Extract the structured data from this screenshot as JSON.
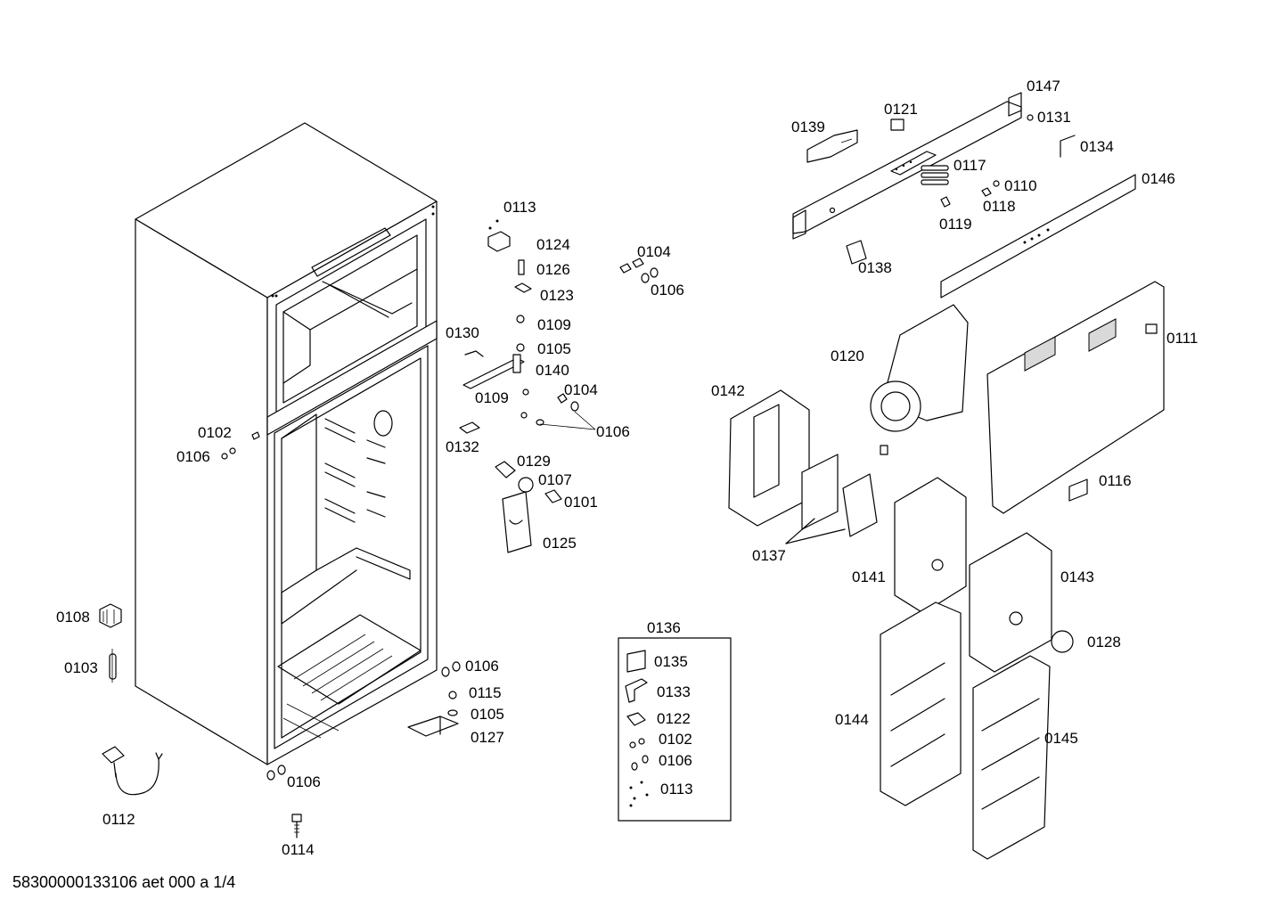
{
  "footer": "58300000133106 aet 000 a 1/4",
  "kit_box_title": "0136",
  "labels": {
    "p0147": "0147",
    "p0121": "0121",
    "p0139": "0139",
    "p0131": "0131",
    "p0134": "0134",
    "p0117": "0117",
    "p0110": "0110",
    "p0118": "0118",
    "p0119": "0119",
    "p0146": "0146",
    "p0138": "0138",
    "p0111": "0111",
    "p0120": "0120",
    "p0142": "0142",
    "p0116": "0116",
    "p0137": "0137",
    "p0141": "0141",
    "p0143": "0143",
    "p0128": "0128",
    "p0144": "0144",
    "p0145": "0145",
    "p0113": "0113",
    "p0124": "0124",
    "p0126": "0126",
    "p0123": "0123",
    "p0109a": "0109",
    "p0105a": "0105",
    "p0140": "0140",
    "p0130": "0130",
    "p0109b": "0109",
    "p0104a": "0104",
    "p0106a": "0106",
    "p0104b": "0104",
    "p0106b": "0106",
    "p0132": "0132",
    "p0129": "0129",
    "p0107": "0107",
    "p0101": "0101",
    "p0125": "0125",
    "p0102": "0102",
    "p0106c": "0106",
    "p0108": "0108",
    "p0103": "0103",
    "p0112": "0112",
    "p0114": "0114",
    "p0106d": "0106",
    "p0106e": "0106",
    "p0115": "0115",
    "p0105b": "0105",
    "p0127": "0127",
    "k0135": "0135",
    "k0133": "0133",
    "k0122": "0122",
    "k0102": "0102",
    "k0106": "0106",
    "k0113": "0113"
  }
}
